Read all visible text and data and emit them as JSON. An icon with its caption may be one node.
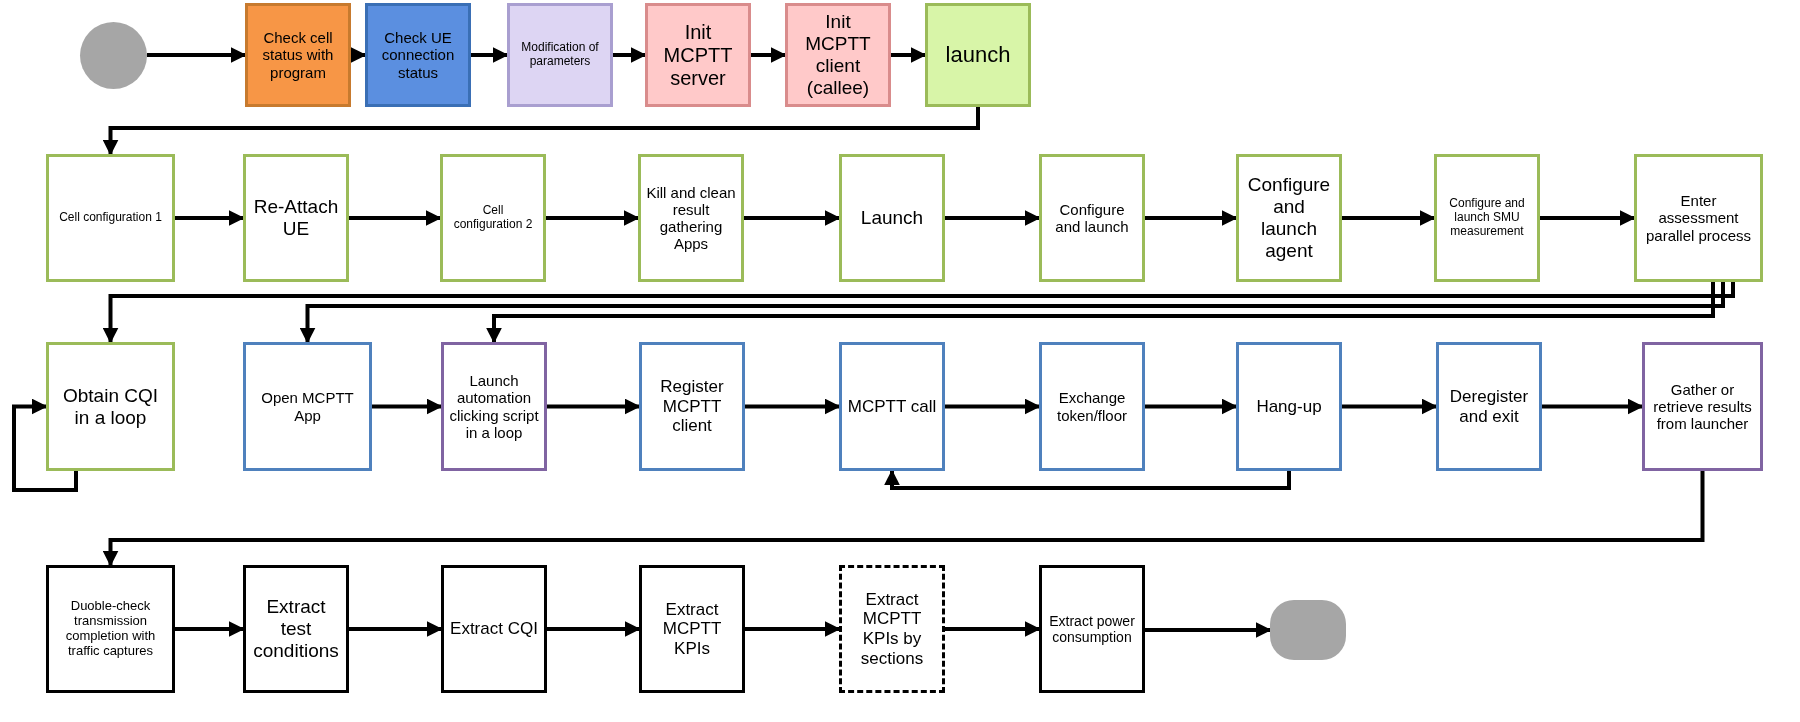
{
  "diagram": {
    "nodes": [
      {
        "text": [],
        "shape": "circle"
      },
      {
        "text": [
          "Check cell status with program"
        ]
      },
      {
        "text": [
          "Check UE connection status"
        ]
      },
      {
        "text": [
          "Modification of parameters"
        ]
      },
      {
        "text": [
          "Init MCPTT server"
        ]
      },
      {
        "text": [
          "Init MCPTT client (callee)"
        ]
      },
      {
        "text": [
          "launch"
        ]
      },
      {
        "text": [
          "Cell configuration 1"
        ]
      },
      {
        "text": [
          "Re-Attach UE"
        ]
      },
      {
        "text": [
          "Cell configuration 2"
        ]
      },
      {
        "text": [
          "Kill and clean result gathering Apps"
        ]
      },
      {
        "text": [
          "Launch"
        ]
      },
      {
        "text": [
          "Configure and launch"
        ]
      },
      {
        "text": [
          "Configure and launch agent"
        ]
      },
      {
        "text": [
          "Configure and launch SMU measurement"
        ]
      },
      {
        "text": [
          "Enter assessment parallel process"
        ]
      },
      {
        "text": [
          "Obtain CQI in a loop"
        ]
      },
      {
        "text": [
          "Open MCPTT App"
        ]
      },
      {
        "text": [
          "Launch automation clicking script in a loop"
        ]
      },
      {
        "text": [
          "Register MCPTT client"
        ]
      },
      {
        "text": [
          "MCPTT call"
        ]
      },
      {
        "text": [
          "Exchange token/floor"
        ]
      },
      {
        "text": [
          "Hang-up"
        ]
      },
      {
        "text": [
          "Deregister and exit"
        ]
      },
      {
        "text": [
          "Gather or retrieve results from launcher"
        ]
      },
      {
        "text": [
          "Duoble-check transmission completion with traffic captures"
        ]
      },
      {
        "text": [
          "Extract test conditions"
        ]
      },
      {
        "text": [
          "Extract CQI"
        ]
      },
      {
        "text": [
          "Extract MCPTT KPIs"
        ]
      },
      {
        "text": [
          "Extract MCPTT KPIs by sections"
        ]
      },
      {
        "text": [
          "Extract power consumption"
        ]
      },
      {
        "text": [],
        "shape": "box"
      }
    ],
    "edges": [
      {
        "from": 0,
        "to": 1,
        "arrow": "to"
      },
      {
        "from": 1,
        "to": 2,
        "arrow": "to"
      },
      {
        "from": 2,
        "to": 3,
        "arrow": "to"
      },
      {
        "from": 3,
        "to": 4,
        "arrow": "to"
      },
      {
        "from": 4,
        "to": 5,
        "arrow": "to"
      },
      {
        "from": 5,
        "to": 6,
        "arrow": "to"
      },
      {
        "from": 6,
        "to": 7,
        "arrow": "to"
      },
      {
        "from": 7,
        "to": 8,
        "arrow": "to"
      },
      {
        "from": 8,
        "to": 9,
        "arrow": "to"
      },
      {
        "from": 9,
        "to": 10,
        "arrow": "to"
      },
      {
        "from": 10,
        "to": 11,
        "arrow": "to"
      },
      {
        "from": 11,
        "to": 12,
        "arrow": "to"
      },
      {
        "from": 12,
        "to": 13,
        "arrow": "to"
      },
      {
        "from": 13,
        "to": 14,
        "arrow": "to"
      },
      {
        "from": 14,
        "to": 15,
        "arrow": "to"
      },
      {
        "from": 15,
        "to": 16,
        "arrow": "to"
      },
      {
        "from": 15,
        "to": 17,
        "arrow": "to"
      },
      {
        "from": 15,
        "to": 18,
        "arrow": "to"
      },
      {
        "from": 16,
        "to": 16,
        "arrow": "to"
      },
      {
        "from": 17,
        "to": 18,
        "arrow": "to"
      },
      {
        "from": 18,
        "to": 19,
        "arrow": "to"
      },
      {
        "from": 19,
        "to": 20,
        "arrow": "to"
      },
      {
        "from": 20,
        "to": 21,
        "arrow": "to"
      },
      {
        "from": 21,
        "to": 22,
        "arrow": "to"
      },
      {
        "from": 22,
        "to": 20,
        "arrow": "to"
      },
      {
        "from": 22,
        "to": 23,
        "arrow": "to"
      },
      {
        "from": 23,
        "to": 24,
        "arrow": "to"
      },
      {
        "from": 24,
        "to": 25,
        "arrow": "to"
      },
      {
        "from": 25,
        "to": 26,
        "arrow": "to"
      },
      {
        "from": 26,
        "to": 27,
        "arrow": "to"
      },
      {
        "from": 27,
        "to": 28,
        "arrow": "to"
      },
      {
        "from": 28,
        "to": 29,
        "arrow": "to"
      },
      {
        "from": 29,
        "to": 30,
        "arrow": "to"
      },
      {
        "from": 30,
        "to": 31,
        "arrow": "to"
      }
    ]
  }
}
